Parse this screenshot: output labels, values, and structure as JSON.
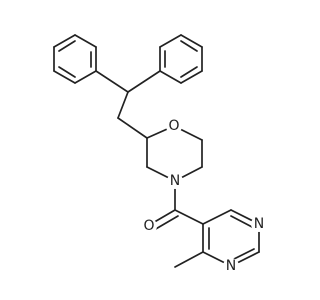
{
  "molecule": {
    "atoms": {
      "o_ring": {
        "symbol": "O"
      },
      "n_ring": {
        "symbol": "N"
      },
      "o_carbonyl": {
        "symbol": "O"
      },
      "n_pyr_1": {
        "symbol": "N"
      },
      "n_pyr_2": {
        "symbol": "N"
      }
    }
  },
  "colors": {
    "bond": "#222222",
    "label": "#222222",
    "background": "#ffffff"
  }
}
